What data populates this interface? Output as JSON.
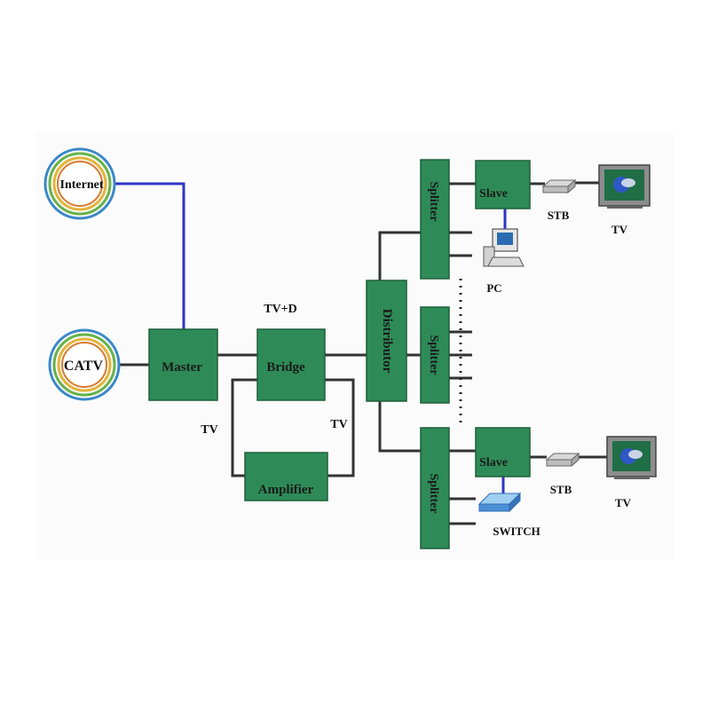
{
  "nodes": {
    "internet": "Internet",
    "catv": "CATV",
    "master": "Master",
    "bridge": "Bridge",
    "amplifier": "Amplifier",
    "distributor": "Distributor",
    "splitter_top": "Splitter",
    "splitter_mid": "Splitter",
    "splitter_bottom": "Splitter",
    "slave_top": "Slave",
    "slave_bottom": "Slave"
  },
  "labels": {
    "tv_d": "TV+D",
    "tv_left": "TV",
    "tv_right": "TV",
    "stb_top": "STB",
    "tv_top": "TV",
    "pc": "PC",
    "stb_bottom": "STB",
    "tv_bottom": "TV",
    "switch": "SWITCH"
  },
  "colors": {
    "box_fill": "#2e8b57",
    "signal_line": "#2d35c9",
    "wire": "#333333"
  },
  "icons": [
    "ring-icon",
    "stb-icon",
    "tv-icon",
    "pc-icon",
    "switch-icon"
  ]
}
